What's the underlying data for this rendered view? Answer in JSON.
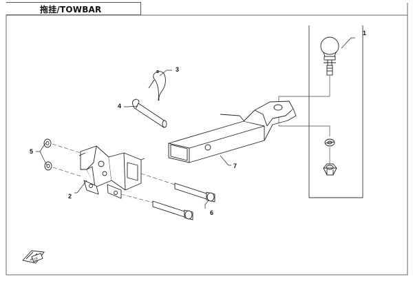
{
  "header": {
    "title": "拖挂/TOWBAR"
  },
  "callouts": [
    {
      "id": "1",
      "label": "1"
    },
    {
      "id": "2",
      "label": "2"
    },
    {
      "id": "3",
      "label": "3"
    },
    {
      "id": "4",
      "label": "4"
    },
    {
      "id": "5",
      "label": "5"
    },
    {
      "id": "6",
      "label": "6"
    },
    {
      "id": "7",
      "label": "7"
    }
  ],
  "parts": [
    {
      "callout": "1",
      "icon": "tow-ball-icon"
    },
    {
      "callout": "2",
      "icon": "mounting-bracket-icon"
    },
    {
      "callout": "3",
      "icon": "r-clip-pin-icon"
    },
    {
      "callout": "4",
      "icon": "hitch-pin-icon"
    },
    {
      "callout": "5",
      "icon": "washer-icon"
    },
    {
      "callout": "6",
      "icon": "bolt-icon"
    },
    {
      "callout": "7",
      "icon": "drawbar-icon"
    }
  ],
  "colors": {
    "line": "#222222",
    "frame": "#666666",
    "background": "#ffffff"
  }
}
